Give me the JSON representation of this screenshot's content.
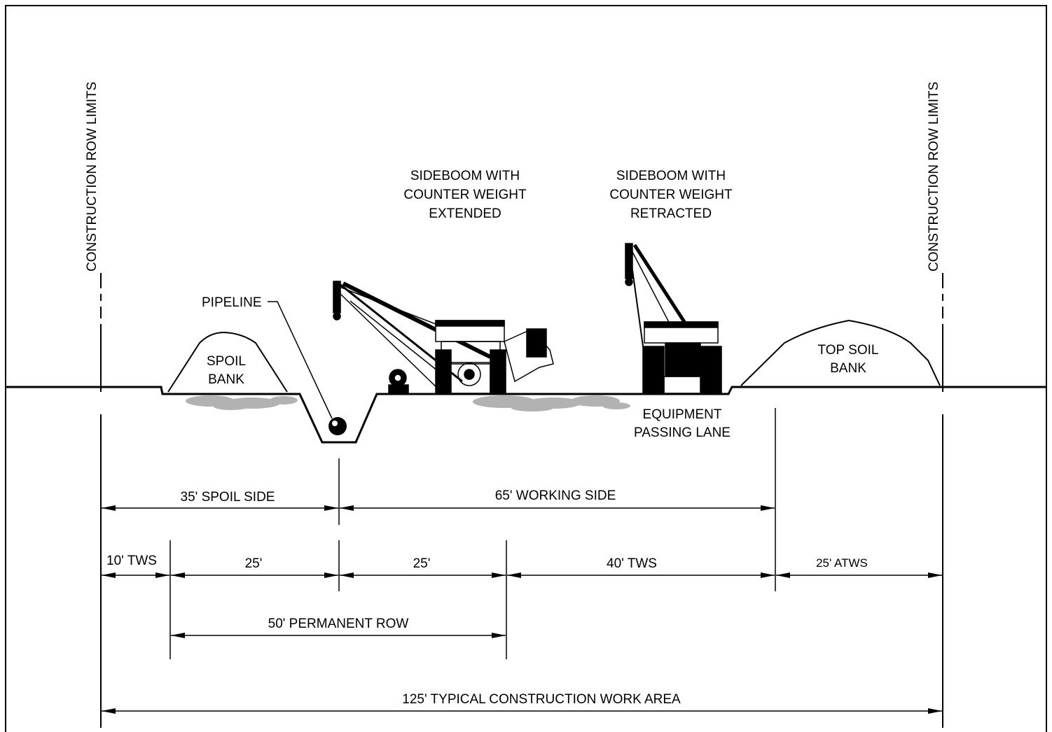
{
  "labels": {
    "row_limits_left": "CONSTRUCTION ROW LIMITS",
    "row_limits_right": "CONSTRUCTION ROW LIMITS",
    "sideboom_extended": [
      "SIDEBOOM WITH",
      "COUNTER WEIGHT",
      "EXTENDED"
    ],
    "sideboom_retracted": [
      "SIDEBOOM WITH",
      "COUNTER WEIGHT",
      "RETRACTED"
    ],
    "pipeline": "PIPELINE",
    "spoil_bank": [
      "SPOIL",
      "BANK"
    ],
    "top_soil_bank": [
      "TOP SOIL",
      "BANK"
    ],
    "passing_lane": [
      "EQUIPMENT",
      "PASSING LANE"
    ]
  },
  "dimensions": {
    "spoil_side": "35' SPOIL SIDE",
    "working_side": "65' WORKING SIDE",
    "tws_10": "10' TWS",
    "perm_25_a": "25'",
    "perm_25_b": "25'",
    "tws_40": "40' TWS",
    "atws_25": "25' ATWS",
    "permanent_row": "50' PERMANENT ROW",
    "typical_area": "125' TYPICAL CONSTRUCTION WORK AREA"
  }
}
